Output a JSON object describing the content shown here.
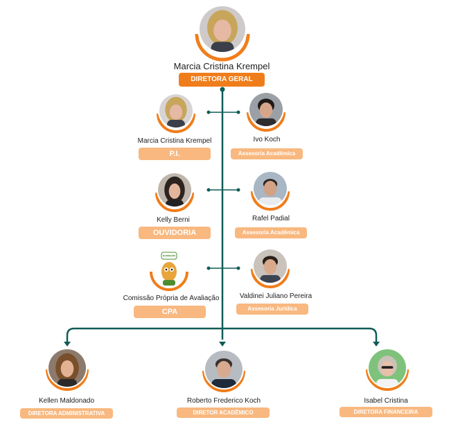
{
  "colors": {
    "line": "#0f5c56",
    "orange": "#f07d1b",
    "badge_light": "#f8b87f",
    "text": "#1d1d1d"
  },
  "director": {
    "name": "Marcia Cristina Krempel",
    "role": "DIRETORA GERAL"
  },
  "left_column": [
    {
      "name": "Marcia Cristina Krempel",
      "role": "P.I."
    },
    {
      "name": "Kelly Berni",
      "role": "OUVIDORIA"
    },
    {
      "name": "Comissão Própria de Avaliação",
      "role": "CPA",
      "logo_text": "Avaliação"
    }
  ],
  "right_column": [
    {
      "name": "Ivo Koch",
      "role": "Assesoria Acadêmica"
    },
    {
      "name": "Rafel Padial",
      "role": "Assesoria Acadêmica"
    },
    {
      "name": "Valdinei Juliano Pereira",
      "role": "Assesoria Jurídica"
    }
  ],
  "bottom_row": [
    {
      "name": "Kellen Maldonado",
      "role": "DIRETORA ADMINISTRATIVA"
    },
    {
      "name": "Roberto Frederico Koch",
      "role": "DIRETOR ACADÊMICO"
    },
    {
      "name": "Isabel Cristina",
      "role": "DIRETORA FINANCEIRA"
    }
  ]
}
